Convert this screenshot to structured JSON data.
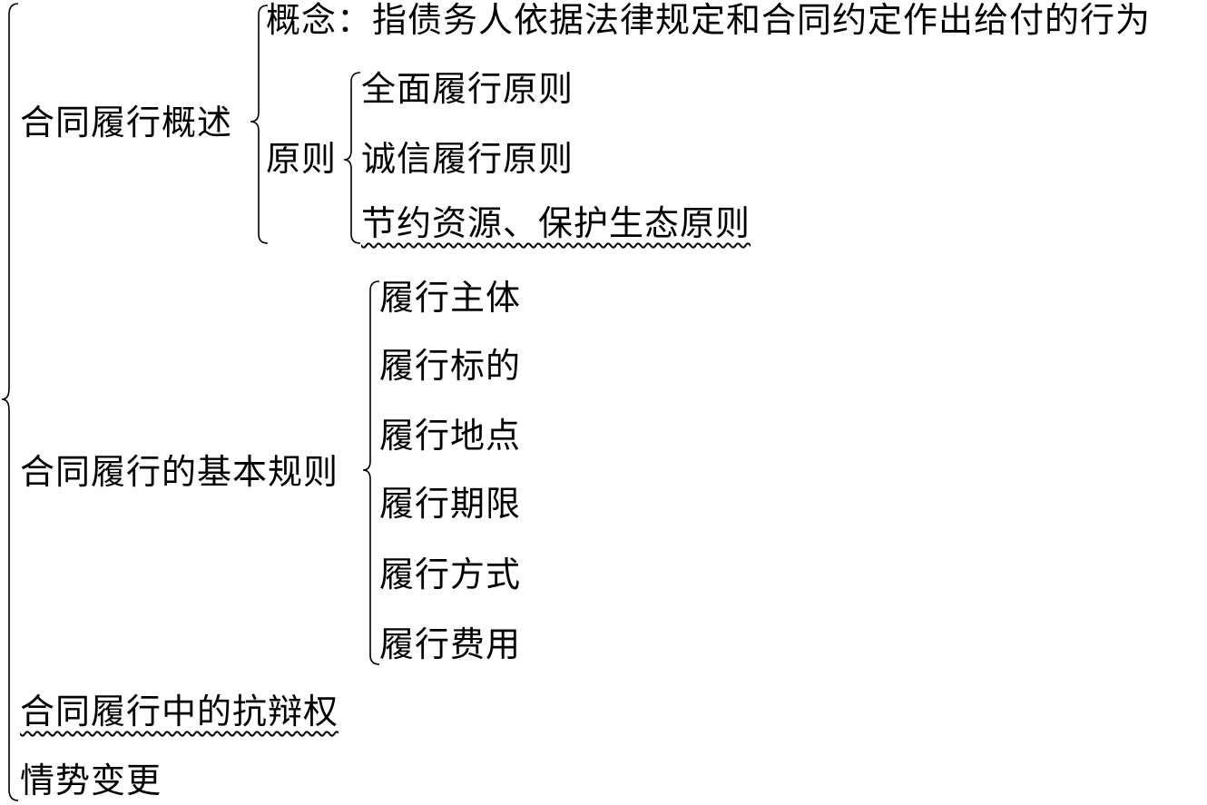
{
  "root": {
    "sections": [
      {
        "label": "合同履行概述",
        "children": {
          "concept": "概念：指债务人依据法律规定和合同约定作出给付的行为",
          "principles_label": "原则",
          "principles": [
            "全面履行原则",
            "诚信履行原则",
            "节约资源、保护生态原则"
          ]
        }
      },
      {
        "label": "合同履行的基本规则",
        "children": [
          "履行主体",
          "履行标的",
          "履行地点",
          "履行期限",
          "履行方式",
          "履行费用"
        ]
      },
      {
        "label": "合同履行中的抗辩权"
      },
      {
        "label": "情势变更"
      }
    ]
  }
}
